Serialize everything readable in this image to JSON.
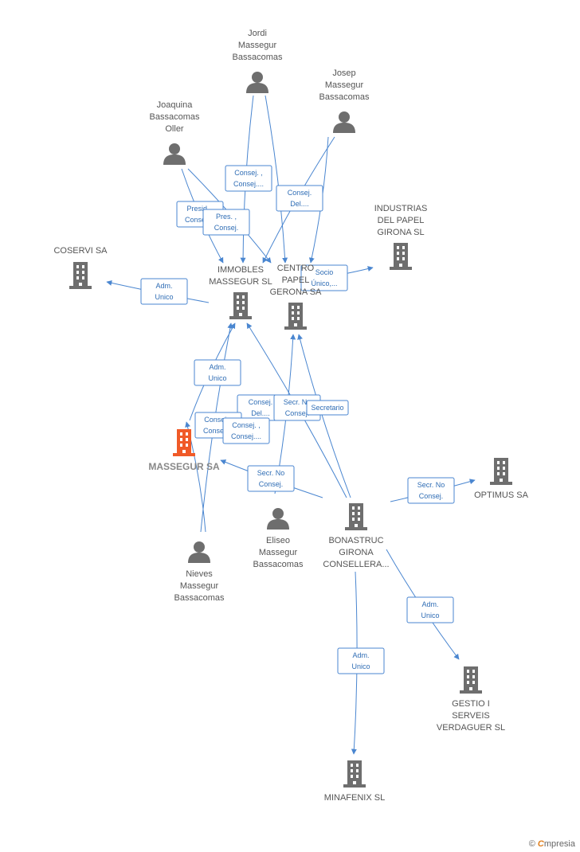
{
  "colors": {
    "edge": "#4a86d0",
    "person": "#6e6e6e",
    "company": "#6e6e6e",
    "highlight": "#f05a28"
  },
  "nodes": [
    {
      "id": "jordi",
      "kind": "person",
      "label": [
        "Jordi",
        "Massegur",
        "Bassacomas"
      ]
    },
    {
      "id": "josep",
      "kind": "person",
      "label": [
        "Josep",
        "Massegur",
        "Bassacomas"
      ]
    },
    {
      "id": "joaquina",
      "kind": "person",
      "label": [
        "Joaquina",
        "Bassacomas",
        "Oller"
      ]
    },
    {
      "id": "industrias",
      "kind": "company",
      "label": [
        "INDUSTRIAS",
        "DEL PAPEL",
        "GIRONA SL"
      ]
    },
    {
      "id": "coservi",
      "kind": "company",
      "label": [
        "COSERVI SA"
      ]
    },
    {
      "id": "immobles",
      "kind": "company",
      "label": [
        "IMMOBLES",
        "MASSEGUR SL"
      ]
    },
    {
      "id": "centro",
      "kind": "company",
      "label": [
        "CENTRO",
        "PAPEL",
        "GERONA SA"
      ]
    },
    {
      "id": "massegur",
      "kind": "company",
      "main": true,
      "label": [
        "MASSEGUR SA"
      ]
    },
    {
      "id": "optimus",
      "kind": "company",
      "label": [
        "OPTIMUS SA"
      ]
    },
    {
      "id": "eliseo",
      "kind": "person",
      "label": [
        "Eliseo",
        "Massegur",
        "Bassacomas"
      ]
    },
    {
      "id": "bonastruc",
      "kind": "company",
      "label": [
        "BONASTRUC",
        "GIRONA",
        "CONSELLERA..."
      ]
    },
    {
      "id": "nieves",
      "kind": "person",
      "label": [
        "Nieves",
        "Massegur",
        "Bassacomas"
      ]
    },
    {
      "id": "gestio",
      "kind": "company",
      "label": [
        "GESTIO I",
        "SERVEIS",
        "VERDAGUER SL"
      ]
    },
    {
      "id": "minafenix",
      "kind": "company",
      "label": [
        "MINAFENIX SL"
      ]
    }
  ],
  "edge_labels": [
    [
      "Consej. ,",
      "Consej...."
    ],
    [
      "Consej.",
      "Del...."
    ],
    [
      "Presid. ,",
      "Consej...."
    ],
    [
      "Pres. ,",
      "Consej."
    ],
    [
      "Consej. ,",
      "Consej...."
    ],
    [
      "Adm.",
      "Unico"
    ],
    [
      "Socio",
      "Único,..."
    ],
    [
      "Adm.",
      "Unico"
    ],
    [
      "Consej.",
      "Del...."
    ],
    [
      "Secr.  No",
      "Consej."
    ],
    [
      "Secretario"
    ],
    [
      "Consej. ,",
      "Consej...."
    ],
    [
      "Consej. ,",
      "Consej...."
    ],
    [
      "Secr.  No",
      "Consej."
    ],
    [
      "Secr.  No",
      "Consej."
    ],
    [
      "Adm.",
      "Unico"
    ],
    [
      "Adm.",
      "Unico"
    ]
  ],
  "footer": {
    "copyright": "©",
    "brand_initial": "C",
    "brand_rest": "mpresia"
  }
}
